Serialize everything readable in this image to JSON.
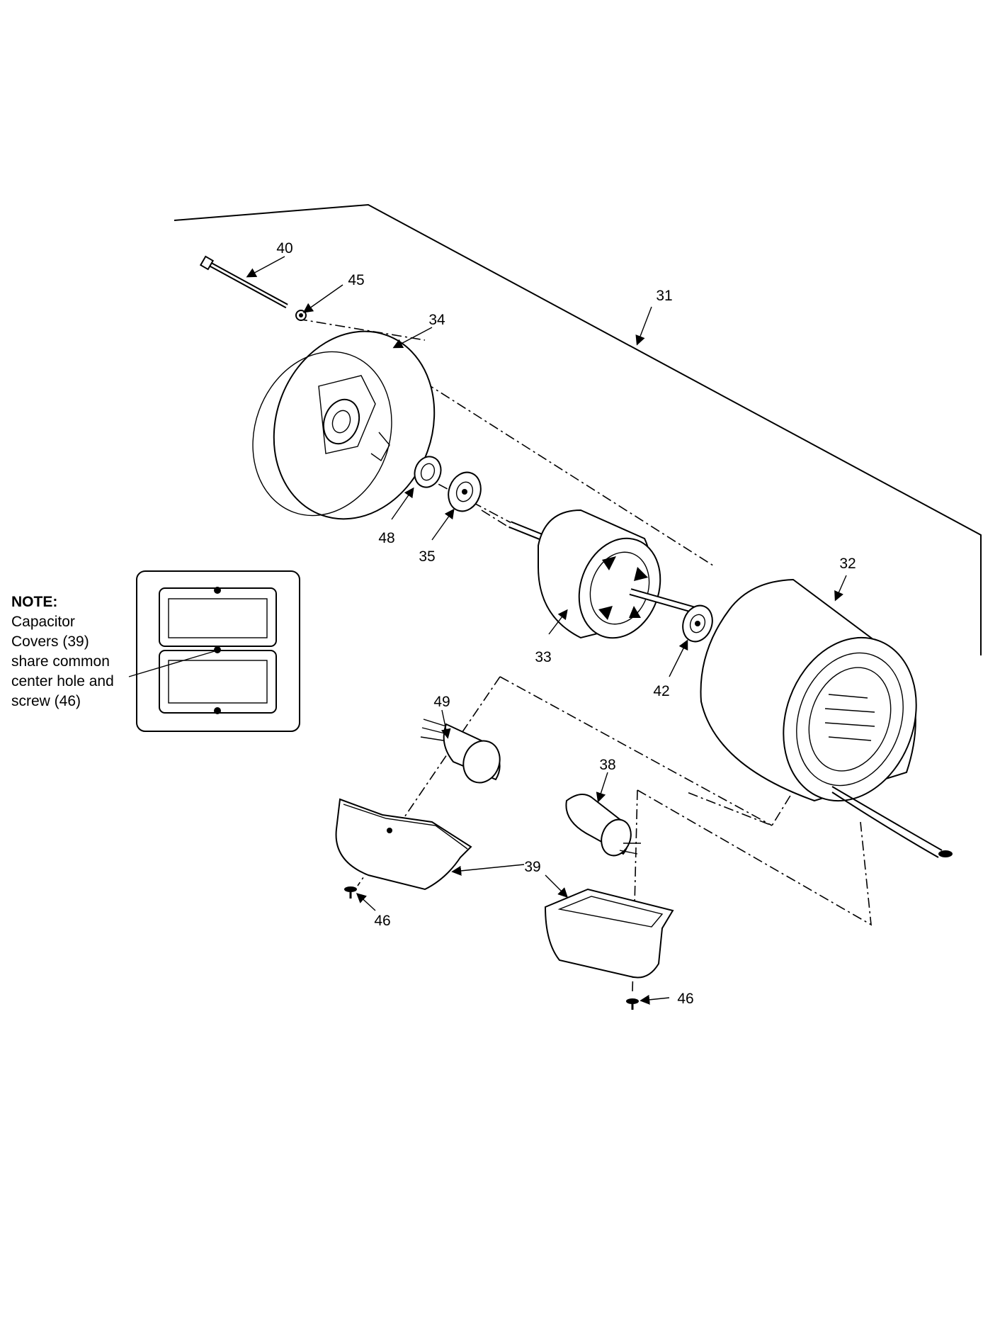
{
  "note": {
    "title": "NOTE:",
    "body": "Capacitor\nCovers (39)\nshare common\ncenter hole and\nscrew (46)"
  },
  "callouts": {
    "c31": "31",
    "c32": "32",
    "c33": "33",
    "c34": "34",
    "c35": "35",
    "c38": "38",
    "c39": "39",
    "c40": "40",
    "c42": "42",
    "c45": "45",
    "c46a": "46",
    "c46b": "46",
    "c48": "48",
    "c49": "49"
  }
}
